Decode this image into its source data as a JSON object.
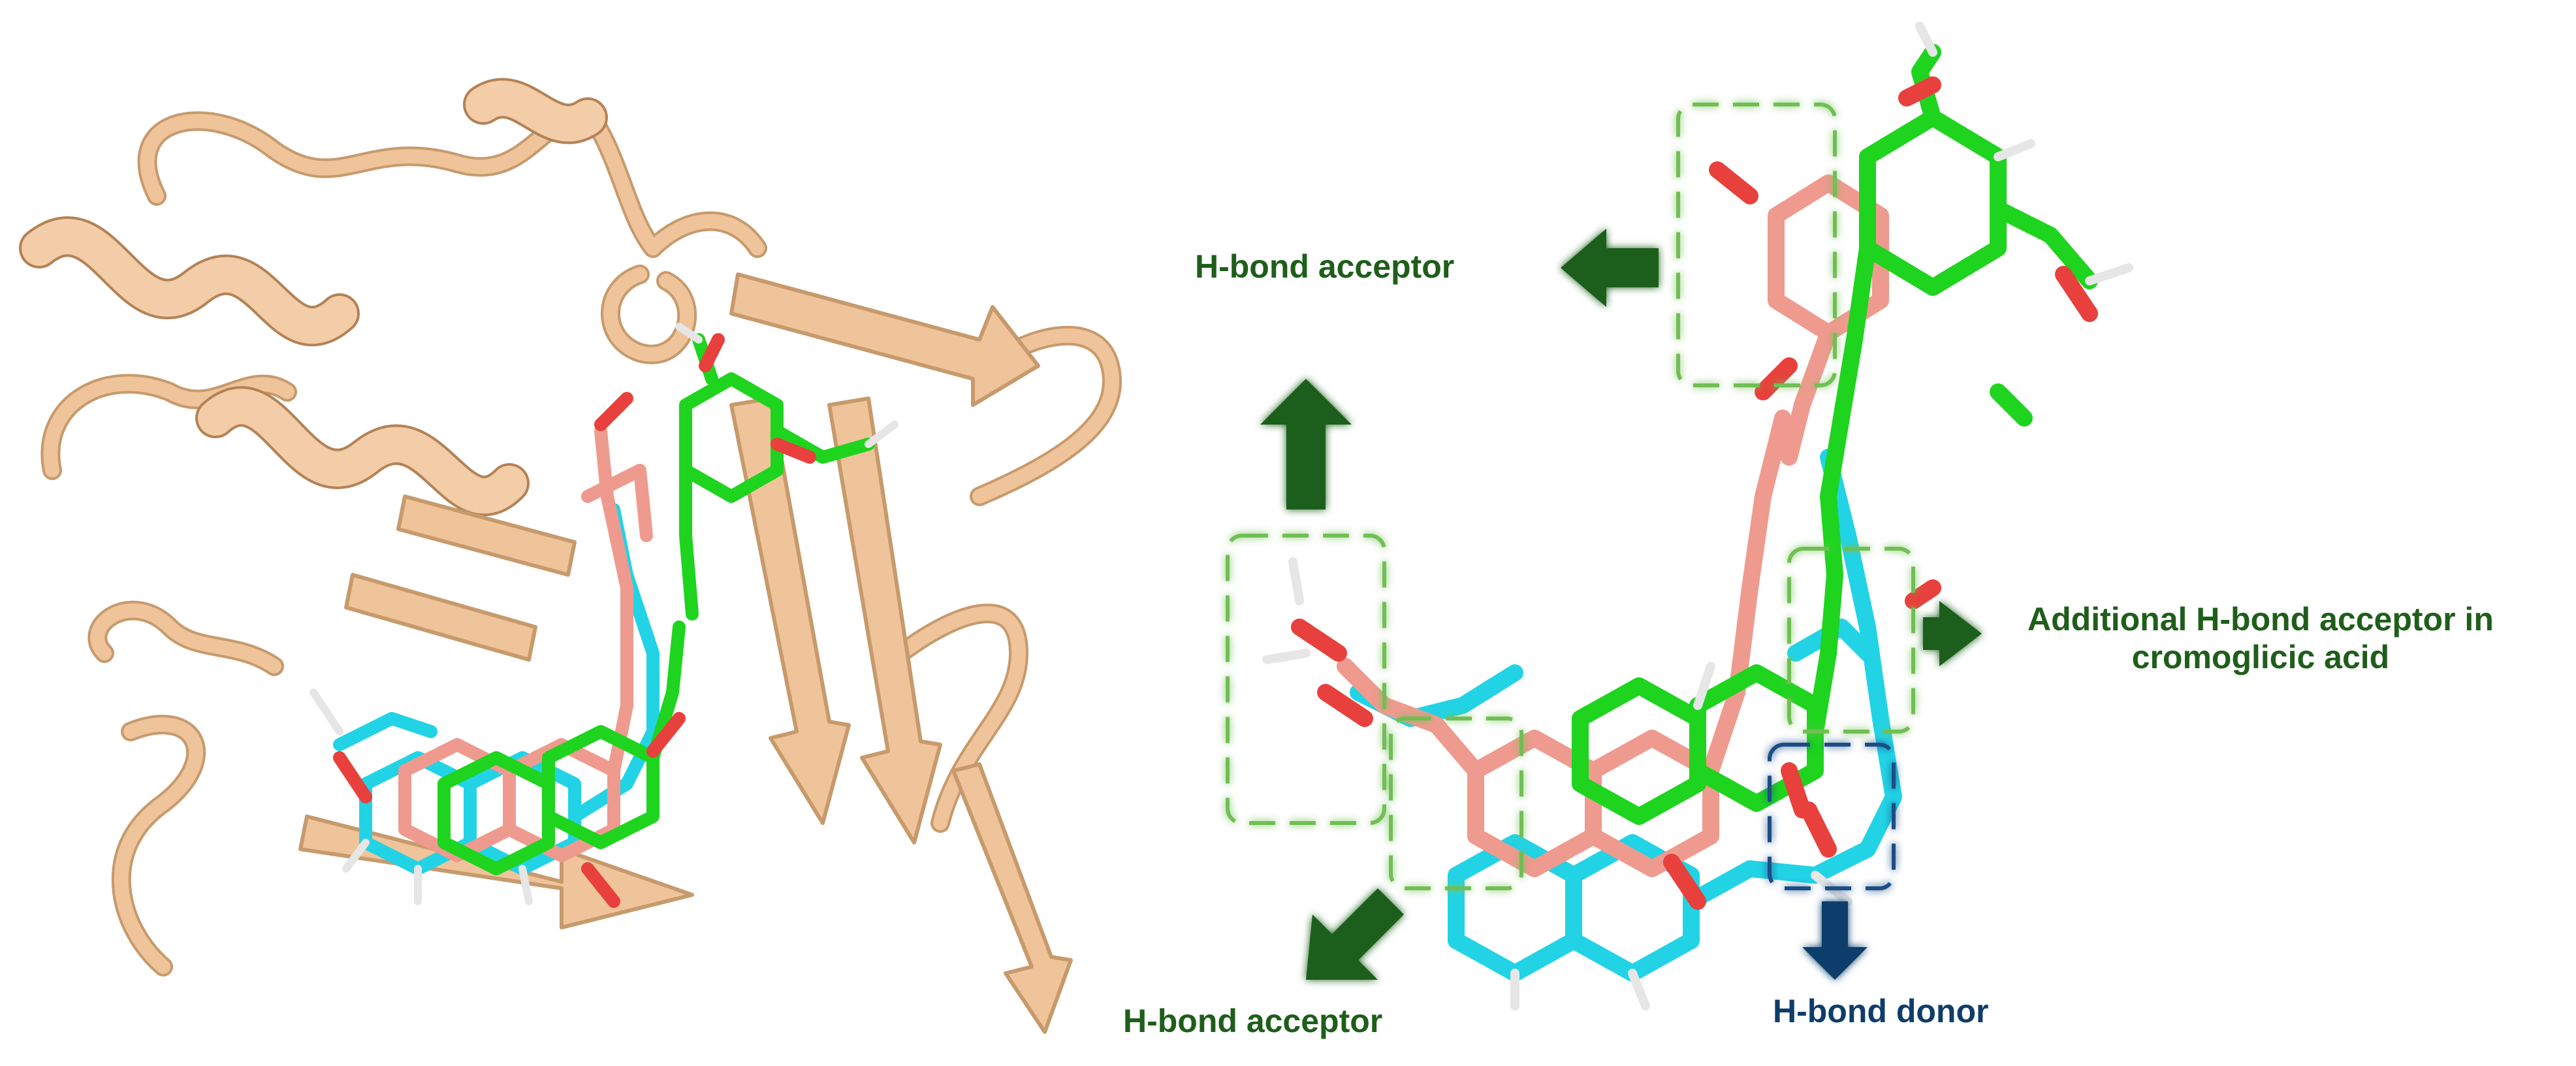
{
  "labels": {
    "top_acceptor": "H-bond acceptor",
    "additional_line1": "Additional  H-bond acceptor in",
    "additional_line2": "cromoglicic acid",
    "bottom_acceptor": "H-bond acceptor",
    "donor": "H-bond donor"
  },
  "colors": {
    "protein_ribbon": "#f0c49a",
    "protein_edge": "#c79a6c",
    "ligand_green": "#1ed41e",
    "ligand_cyan": "#22d3e6",
    "ligand_salmon": "#ef9a8e",
    "oxygen_red": "#e8403c",
    "hydrogen_white": "#e6e6e6",
    "acceptor_green": "#1f5e1a",
    "donor_blue": "#0e3d6a",
    "acceptor_box": "#6fbf52",
    "donor_box": "#1c4e86"
  },
  "icons": {
    "acceptor_arrow": "arrow-icon",
    "donor_arrow": "arrow-down-icon"
  }
}
